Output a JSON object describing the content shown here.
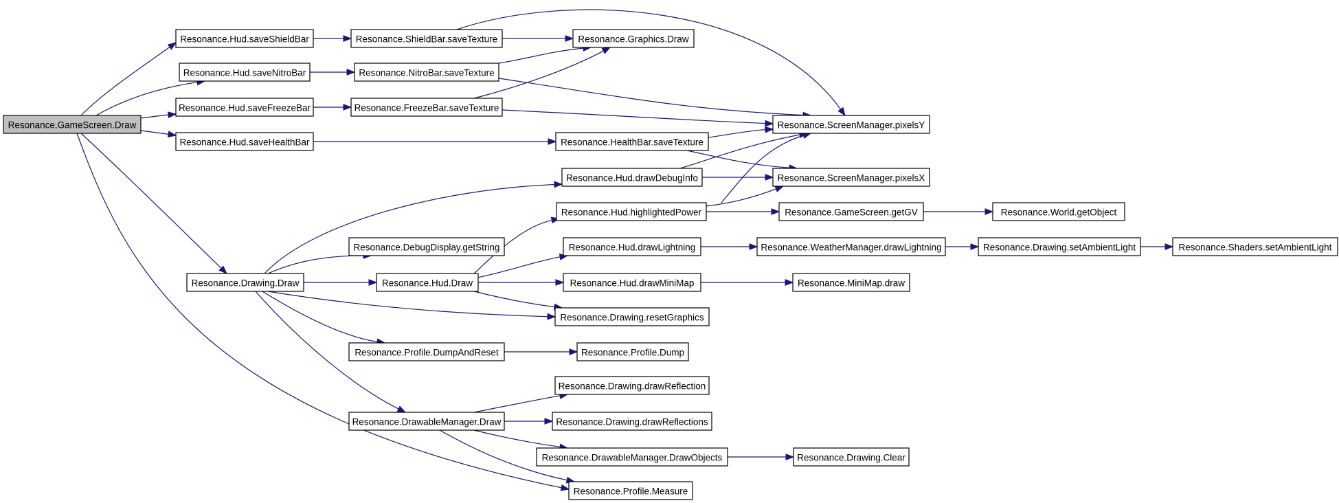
{
  "nodes": [
    {
      "id": "gamescreen_draw",
      "label": "Resonance.GameScreen.Draw",
      "root": true
    },
    {
      "id": "hud_saveshieldbar",
      "label": "Resonance.Hud.saveShieldBar"
    },
    {
      "id": "hud_savenitrobar",
      "label": "Resonance.Hud.saveNitroBar"
    },
    {
      "id": "hud_savefreezebar",
      "label": "Resonance.Hud.saveFreezeBar"
    },
    {
      "id": "hud_savehealthbar",
      "label": "Resonance.Hud.saveHealthBar"
    },
    {
      "id": "drawing_draw",
      "label": "Resonance.Drawing.Draw"
    },
    {
      "id": "shieldbar_savetexture",
      "label": "Resonance.ShieldBar.saveTexture"
    },
    {
      "id": "nitrobar_savetexture",
      "label": "Resonance.NitroBar.saveTexture"
    },
    {
      "id": "freezebar_savetexture",
      "label": "Resonance.FreezeBar.saveTexture"
    },
    {
      "id": "debugdisplay_getstring",
      "label": "Resonance.DebugDisplay.getString"
    },
    {
      "id": "hud_draw",
      "label": "Resonance.Hud.Draw"
    },
    {
      "id": "profile_dumpandreset",
      "label": "Resonance.Profile.DumpAndReset"
    },
    {
      "id": "drawablemanager_draw",
      "label": "Resonance.DrawableManager.Draw"
    },
    {
      "id": "graphics_draw",
      "label": "Resonance.Graphics.Draw"
    },
    {
      "id": "healthbar_savetexture",
      "label": "Resonance.HealthBar.saveTexture"
    },
    {
      "id": "hud_drawdebuginfo",
      "label": "Resonance.Hud.drawDebugInfo"
    },
    {
      "id": "hud_highlightedpower",
      "label": "Resonance.Hud.highlightedPower"
    },
    {
      "id": "hud_drawlightning",
      "label": "Resonance.Hud.drawLightning"
    },
    {
      "id": "hud_drawminimap",
      "label": "Resonance.Hud.drawMiniMap"
    },
    {
      "id": "drawing_resetgraphics",
      "label": "Resonance.Drawing.resetGraphics"
    },
    {
      "id": "profile_dump",
      "label": "Resonance.Profile.Dump"
    },
    {
      "id": "drawing_drawreflection",
      "label": "Resonance.Drawing.drawReflection"
    },
    {
      "id": "drawing_drawreflections",
      "label": "Resonance.Drawing.drawReflections"
    },
    {
      "id": "drawablemanager_drawobjects",
      "label": "Resonance.DrawableManager.DrawObjects"
    },
    {
      "id": "profile_measure",
      "label": "Resonance.Profile.Measure"
    },
    {
      "id": "screenmanager_pixelsy",
      "label": "Resonance.ScreenManager.pixelsY"
    },
    {
      "id": "screenmanager_pixelsx",
      "label": "Resonance.ScreenManager.pixelsX"
    },
    {
      "id": "gamescreen_getgv",
      "label": "Resonance.GameScreen.getGV"
    },
    {
      "id": "weathermanager_drawlightning",
      "label": "Resonance.WeatherManager.drawLightning"
    },
    {
      "id": "minimap_draw",
      "label": "Resonance.MiniMap.draw"
    },
    {
      "id": "drawing_clear",
      "label": "Resonance.Drawing.Clear"
    },
    {
      "id": "world_getobject",
      "label": "Resonance.World.getObject"
    },
    {
      "id": "drawing_setambientlight",
      "label": "Resonance.Drawing.setAmbientLight"
    },
    {
      "id": "shaders_setambientlight",
      "label": "Resonance.Shaders.setAmbientLight"
    }
  ],
  "edges": [
    {
      "from": "gamescreen_draw",
      "to": "hud_saveshieldbar"
    },
    {
      "from": "gamescreen_draw",
      "to": "hud_savenitrobar"
    },
    {
      "from": "gamescreen_draw",
      "to": "hud_savefreezebar"
    },
    {
      "from": "gamescreen_draw",
      "to": "hud_savehealthbar"
    },
    {
      "from": "gamescreen_draw",
      "to": "drawing_draw"
    },
    {
      "from": "gamescreen_draw",
      "to": "profile_measure"
    },
    {
      "from": "hud_saveshieldbar",
      "to": "shieldbar_savetexture"
    },
    {
      "from": "hud_savenitrobar",
      "to": "nitrobar_savetexture"
    },
    {
      "from": "hud_savefreezebar",
      "to": "freezebar_savetexture"
    },
    {
      "from": "hud_savehealthbar",
      "to": "healthbar_savetexture"
    },
    {
      "from": "shieldbar_savetexture",
      "to": "graphics_draw"
    },
    {
      "from": "shieldbar_savetexture",
      "to": "screenmanager_pixelsy"
    },
    {
      "from": "nitrobar_savetexture",
      "to": "graphics_draw"
    },
    {
      "from": "nitrobar_savetexture",
      "to": "screenmanager_pixelsy"
    },
    {
      "from": "freezebar_savetexture",
      "to": "graphics_draw"
    },
    {
      "from": "freezebar_savetexture",
      "to": "screenmanager_pixelsy"
    },
    {
      "from": "healthbar_savetexture",
      "to": "screenmanager_pixelsy"
    },
    {
      "from": "healthbar_savetexture",
      "to": "screenmanager_pixelsx"
    },
    {
      "from": "drawing_draw",
      "to": "hud_drawdebuginfo"
    },
    {
      "from": "drawing_draw",
      "to": "debugdisplay_getstring"
    },
    {
      "from": "drawing_draw",
      "to": "hud_draw"
    },
    {
      "from": "drawing_draw",
      "to": "drawing_resetgraphics"
    },
    {
      "from": "drawing_draw",
      "to": "profile_dumpandreset"
    },
    {
      "from": "drawing_draw",
      "to": "drawablemanager_draw"
    },
    {
      "from": "hud_drawdebuginfo",
      "to": "screenmanager_pixelsy"
    },
    {
      "from": "hud_drawdebuginfo",
      "to": "screenmanager_pixelsx"
    },
    {
      "from": "hud_draw",
      "to": "hud_highlightedpower"
    },
    {
      "from": "hud_draw",
      "to": "hud_drawlightning"
    },
    {
      "from": "hud_draw",
      "to": "hud_drawminimap"
    },
    {
      "from": "hud_draw",
      "to": "drawing_resetgraphics"
    },
    {
      "from": "hud_highlightedpower",
      "to": "screenmanager_pixelsy"
    },
    {
      "from": "hud_highlightedpower",
      "to": "screenmanager_pixelsx"
    },
    {
      "from": "hud_highlightedpower",
      "to": "gamescreen_getgv"
    },
    {
      "from": "gamescreen_getgv",
      "to": "world_getobject"
    },
    {
      "from": "hud_drawlightning",
      "to": "weathermanager_drawlightning"
    },
    {
      "from": "weathermanager_drawlightning",
      "to": "drawing_setambientlight"
    },
    {
      "from": "drawing_setambientlight",
      "to": "shaders_setambientlight"
    },
    {
      "from": "hud_drawminimap",
      "to": "minimap_draw"
    },
    {
      "from": "profile_dumpandreset",
      "to": "profile_dump"
    },
    {
      "from": "drawablemanager_draw",
      "to": "drawing_drawreflection"
    },
    {
      "from": "drawablemanager_draw",
      "to": "drawing_drawreflections"
    },
    {
      "from": "drawablemanager_draw",
      "to": "drawablemanager_drawobjects"
    },
    {
      "from": "drawablemanager_draw",
      "to": "profile_measure"
    },
    {
      "from": "drawablemanager_drawobjects",
      "to": "drawing_clear"
    }
  ],
  "colors": {
    "edge": "#191970",
    "node_border": "#000000",
    "node_fill": "#ffffff",
    "root_fill": "#bfbfbf"
  }
}
